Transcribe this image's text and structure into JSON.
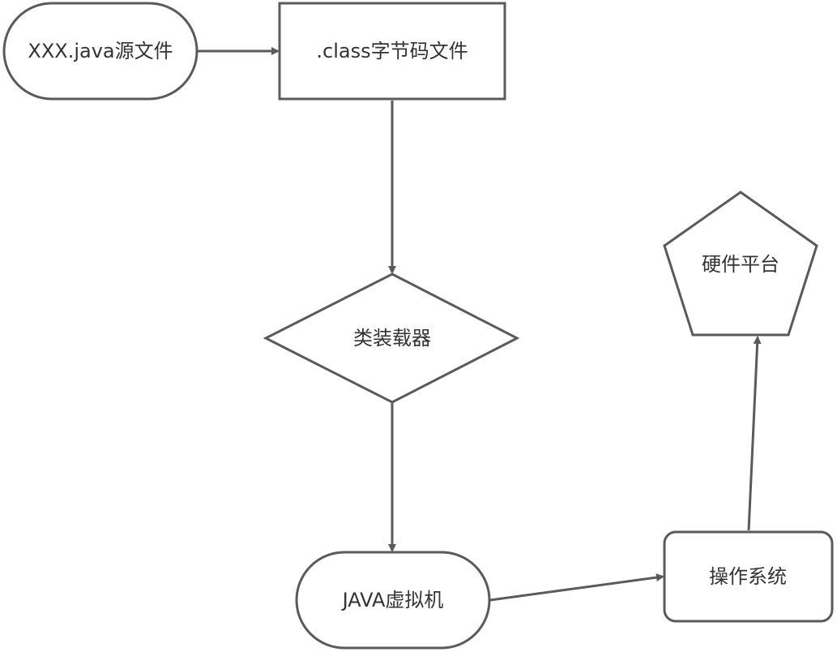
{
  "diagram": {
    "stroke_color": "#5a5a5a",
    "fill_color": "#ffffff",
    "text_color": "#333333",
    "nodes": {
      "source_file": {
        "label": "XXX.java源文件",
        "shape": "rounded-pill"
      },
      "bytecode_file": {
        "label": ".class字节码文件",
        "shape": "rectangle"
      },
      "class_loader": {
        "label": "类装载器",
        "shape": "diamond"
      },
      "jvm": {
        "label": "JAVA虚拟机",
        "shape": "rounded-pill"
      },
      "operating_system": {
        "label": "操作系统",
        "shape": "rounded-rectangle"
      },
      "hardware_platform": {
        "label": "硬件平台",
        "shape": "pentagon"
      }
    },
    "edges": [
      {
        "from": "source_file",
        "to": "bytecode_file"
      },
      {
        "from": "bytecode_file",
        "to": "class_loader"
      },
      {
        "from": "class_loader",
        "to": "jvm"
      },
      {
        "from": "jvm",
        "to": "operating_system"
      },
      {
        "from": "operating_system",
        "to": "hardware_platform"
      }
    ]
  }
}
